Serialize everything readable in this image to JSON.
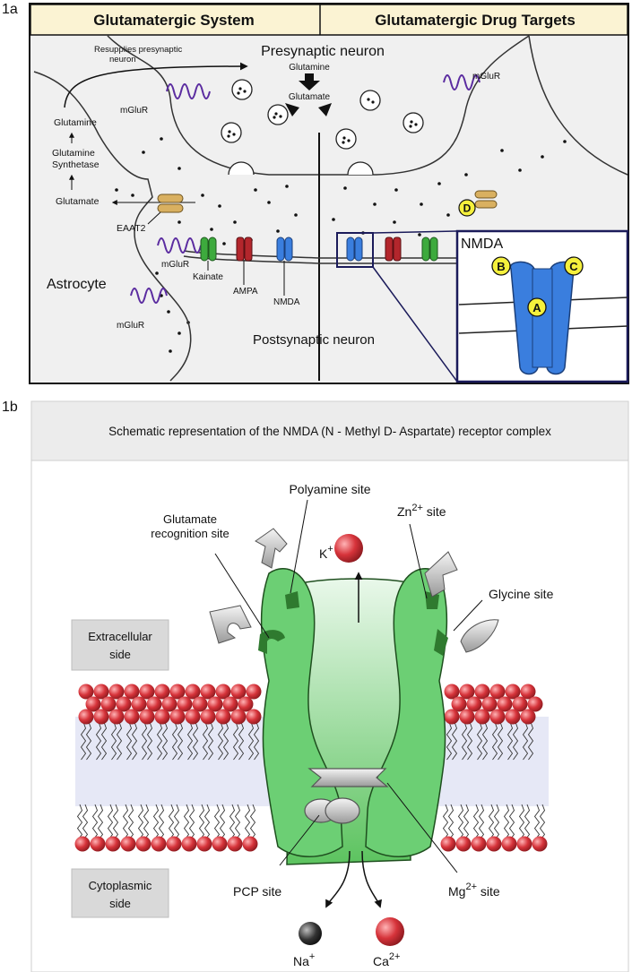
{
  "panel_a": {
    "label": "1a",
    "header_left": "Glutamatergic System",
    "header_right": "Glutamatergic Drug Targets",
    "presynaptic": "Presynaptic neuron",
    "postsynaptic": "Postsynaptic neuron",
    "astrocyte": "Astrocyte",
    "resupplies_1": "Resupplies presynaptic",
    "resupplies_2": "neuron",
    "glutamine_top": "Glutamine",
    "glutamate_top": "Glutamate",
    "glutamine_left": "Glutamine",
    "synthetase_1": "Glutamine",
    "synthetase_2": "Synthetase",
    "glutamate_left": "Glutamate",
    "eaat2": "EAAT2",
    "mglur": "mGluR",
    "kainate": "Kainate",
    "ampa": "AMPA",
    "nmda": "NMDA",
    "inset_title": "NMDA",
    "site_a": "A",
    "site_b": "B",
    "site_c": "C",
    "site_d": "D",
    "colors": {
      "purple": "#5b2ca0",
      "green": "#3daa3d",
      "red": "#b3262c",
      "blue": "#3a7ede",
      "tan": "#d9b060",
      "yellow": "#f5f03c",
      "header_bg": "#fbf3d3"
    }
  },
  "panel_b": {
    "label": "1b",
    "title": "Schematic representation of the NMDA (N - Methyl D- Aspartate) receptor complex",
    "polyamine": "Polyamine site",
    "glutamate_1": "Glutamate",
    "glutamate_2": "recognition site",
    "zn": "Zn",
    "zn_sup": "2+",
    "zn_suffix": " site",
    "glycine": "Glycine site",
    "k": "K",
    "k_sup": "+",
    "extracellular_1": "Extracellular",
    "extracellular_2": "side",
    "cytoplasmic_1": "Cytoplasmic",
    "cytoplasmic_2": "side",
    "pcp": "PCP site",
    "mg": "Mg",
    "mg_sup": "2+",
    "mg_suffix": " site",
    "na": "Na",
    "na_sup": "+",
    "ca": "Ca",
    "ca_sup": "2+",
    "colors": {
      "receptor": "#6ccf74",
      "receptor_dark": "#2f7a2f",
      "lipid": "#d6333a",
      "membrane": "#e6e8f6",
      "title_bg": "#ececec"
    }
  }
}
